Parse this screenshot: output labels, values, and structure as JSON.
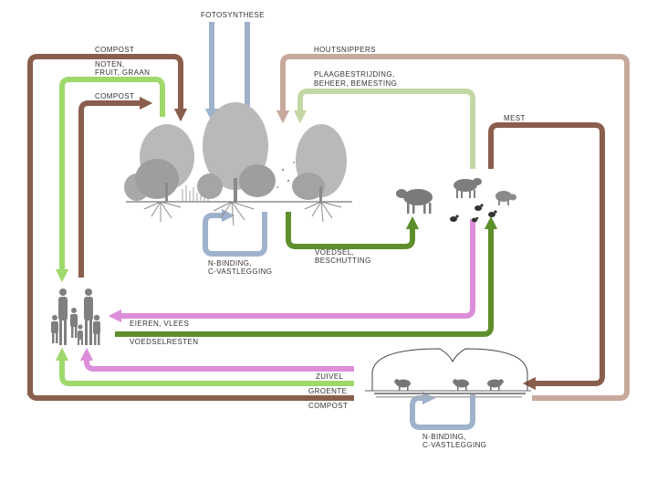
{
  "labels": {
    "fotosynthese": "FOTOSYNTHESE",
    "compost_top": "COMPOST",
    "noten_line1": "NOTEN,",
    "noten_line2": "FRUIT, GRAAN",
    "compost_inner": "COMPOST",
    "houtsnippers": "HOUTSNIPPERS",
    "plaag_line1": "PLAAGBESTRIJDING,",
    "plaag_line2": "BEHEER, BEMESTING",
    "mest": "MEST",
    "nbinding_forest_line1": "N-BINDING,",
    "nbinding_forest_line2": "C-VASTLEGGING",
    "voedsel_line1": "VOEDSEL,",
    "voedsel_line2": "BESCHUTTING",
    "eieren": "EIEREN, VLEES",
    "voedselresten": "VOEDSELRESTEN",
    "zuivel": "ZUIVEL",
    "groente": "GROENTE",
    "compost_bottom": "COMPOST",
    "nbinding_barn_line1": "N-BINDING,",
    "nbinding_barn_line2": "C-VASTLEGGING"
  },
  "colors": {
    "compost": "#8a5e4c",
    "food_crops": "#9fd86b",
    "woodchips": "#c7a99c",
    "management": "#c3d7a5",
    "nitrogen": "#9fb2cc",
    "feed": "#5e8f2c",
    "animal_products": "#dc8ed9"
  },
  "icons": [
    "forest-illustration",
    "cattle-icon",
    "chicken-icon",
    "pig-icon",
    "people-icon",
    "barn-icon"
  ]
}
